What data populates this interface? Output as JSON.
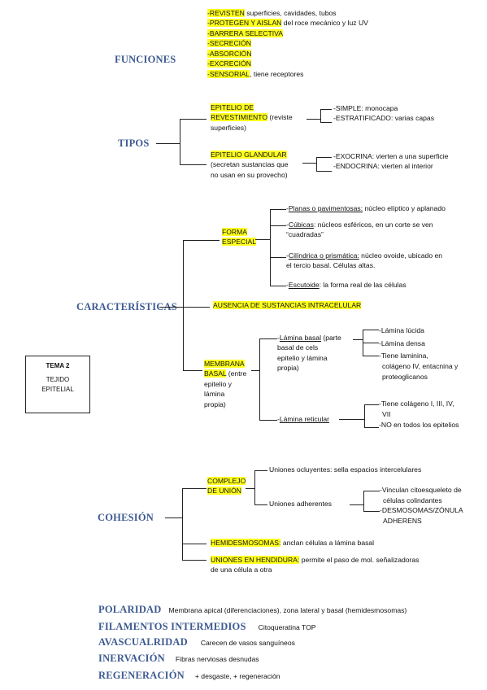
{
  "funciones": {
    "title": "FUNCIONES",
    "items": [
      {
        "hl": "-REVISTEN",
        "rest": " superficies, cavidades, tubos"
      },
      {
        "hl": "-PROTEGEN Y AISLAN",
        "rest": " del roce mecánico y luz UV"
      },
      {
        "hl": "-BARRERA SELECTIVA",
        "rest": ""
      },
      {
        "hl": "-SECRECIÓN",
        "rest": ""
      },
      {
        "hl": "-ABSORCIÓN",
        "rest": ""
      },
      {
        "hl": "-EXCRECIÓN",
        "rest": ""
      },
      {
        "hl": "-SENSORIAL",
        "rest": ", tiene receptores"
      }
    ]
  },
  "tipos": {
    "title": "TIPOS",
    "rev": {
      "hl1": "EPITELIO DE",
      "hl2": "REVESTIMIENTO",
      "rest1": " (reviste",
      "rest2": "superficies)",
      "sub": [
        "-SIMPLE: monocapa",
        "-ESTRATIFICADO: varias capas"
      ]
    },
    "gla": {
      "hl": "EPITELIO GLANDULAR",
      "rest1": "(secretan sustancias que",
      "rest2": "no usan en su provecho)",
      "sub": [
        "-EXOCRINA: vierten a una superficie",
        "-ENDOCRINA: vierten al interior"
      ]
    }
  },
  "caract": {
    "title": "CARACTERÍSTICAS",
    "forma": {
      "l1": "FORMA",
      "l2": "ESPECIAL",
      "items": [
        {
          "u": "Planas o pavimentosas:",
          "rest": " núcleo elíptico y aplanado"
        },
        {
          "u": "Cúbicas",
          "rest": ": núcleos esféricos,  en un corte se ven",
          "rest2": "“cuadradas”"
        },
        {
          "u": "Cilíndrica o prismática:",
          "rest": " núcleo ovoide, ubicado en",
          "rest2": "el tercio basal. Células altas."
        },
        {
          "u": "Escutoide",
          "rest": ": la forma real de las células"
        }
      ]
    },
    "ausencia": "AUSENCIA DE SUSTANCIAS INTRACELULAR",
    "membrana": {
      "hl1": "MEMBRANA",
      "hl2": "BASAL",
      "rest1": " (entre",
      "rest2": "epitelio y",
      "rest3": "lámina",
      "rest4": "propia)",
      "basal": {
        "u": "Lámina basal",
        "rest1": " (parte",
        "rest2": "basal de cels",
        "rest3": "epitelio y lámina",
        "rest4": "propia)",
        "sub": [
          "-Lámina lúcida",
          "-Lámina densa",
          "-Tiene laminina,",
          "colágeno IV, entacnina y",
          "proteoglicanos"
        ]
      },
      "reticular": {
        "u": "Lámina reticular",
        "sub": [
          "-Tiene colágeno I, III, IV,",
          "VII",
          "-NO en todos los epitelios"
        ]
      }
    }
  },
  "tema": {
    "l1": "TEMA 2",
    "l2": "TEJIDO",
    "l3": "EPITELIAL"
  },
  "cohesion": {
    "title": "COHESIÓN",
    "complejo": {
      "l1": "COMPLEJO",
      "l2": "DE UNIÓN",
      "ocluyentes": "Uniones ocluyentes: sella espacios intercelulares",
      "adherentes": "Uniones adherentes",
      "sub": [
        "-Vinculan citoesqueleto de",
        "células colindantes",
        "-DESMOSOMAS/ZÓNULA",
        "ADHERENS"
      ]
    },
    "hemi": {
      "hl": "HEMIDESMOSOMAS:",
      "rest": " anclan células a lámina basal"
    },
    "hendidura": {
      "hl": "UNIONES EN HENDIDURA:",
      "rest": " permite el paso de mol. señalizadoras",
      "rest2": "de una célula a otra"
    }
  },
  "bottom": [
    {
      "title": "POLARIDAD",
      "text": "Membrana apical (diferenciaciones), zona lateral y basal (hemidesmosomas)"
    },
    {
      "title": "FILAMENTOS INTERMEDIOS",
      "text": "Citoqueratina TOP"
    },
    {
      "title": "AVASCUALRIDAD",
      "text": "Carecen de vasos sanguíneos"
    },
    {
      "title": "INERVACIÓN",
      "text": "Fibras nerviosas desnudas"
    },
    {
      "title": "REGENERACIÓN",
      "text": "+ desgaste, + regeneración"
    }
  ]
}
